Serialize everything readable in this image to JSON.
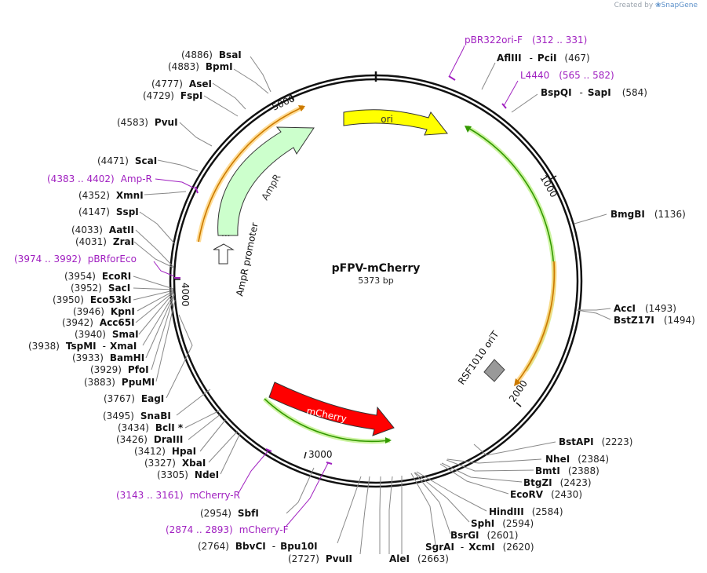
{
  "credit": {
    "prefix": "Created by",
    "logo": "❀",
    "brand": "SnapGene"
  },
  "plasmid": {
    "name": "pFPV-mCherry",
    "size": "5373 bp"
  },
  "ticks": [
    "1000",
    "2000",
    "3000",
    "4000",
    "5000"
  ],
  "features": {
    "ori": "ori",
    "ampr": "AmpR",
    "ampr_promoter": "AmpR promoter",
    "mcherry": "mCherry",
    "orit": "RSF1010 oriT"
  },
  "colors": {
    "ori": "#ffff00",
    "ampr": "#ccffcc",
    "mcherry": "#ff0000",
    "orit": "#999999",
    "primer": "#a020c0",
    "orf_green": "#339900",
    "orf_orange": "#cc7a00"
  },
  "right_sites": [
    {
      "name": "AflIII",
      "name2": "PciI",
      "pos": "(467)"
    },
    {
      "name": "BspQI",
      "name2": "SapI",
      "pos": "(584)"
    },
    {
      "name": "BmgBI",
      "pos": "(1136)"
    },
    {
      "name": "AccI",
      "pos": "(1493)"
    },
    {
      "name": "BstZ17I",
      "pos": "(1494)"
    },
    {
      "name": "BstAPI",
      "pos": "(2223)"
    },
    {
      "name": "NheI",
      "pos": "(2384)"
    },
    {
      "name": "BmtI",
      "pos": "(2388)"
    },
    {
      "name": "BtgZI",
      "pos": "(2423)"
    },
    {
      "name": "EcoRV",
      "pos": "(2430)"
    },
    {
      "name": "HindIII",
      "pos": "(2584)"
    },
    {
      "name": "SphI",
      "pos": "(2594)"
    },
    {
      "name": "BsrGI",
      "pos": "(2601)"
    },
    {
      "name": "SgrAI",
      "name2": "XcmI",
      "pos": "(2620)"
    }
  ],
  "right_primers": [
    {
      "name": "pBR322ori-F",
      "range": "(312 .. 331)"
    },
    {
      "name": "L4440",
      "range": "(565 .. 582)"
    }
  ],
  "bottom_sites": [
    {
      "name": "AleI",
      "pos": "(2663)"
    },
    {
      "name": "PvuII",
      "pos": "(2727)"
    },
    {
      "name": "BbvCI",
      "name2": "Bpu10I",
      "pos": "(2764)"
    },
    {
      "name": "SbfI",
      "pos": "(2954)"
    }
  ],
  "left_sites": [
    {
      "name": "BsaI",
      "pos": "(4886)"
    },
    {
      "name": "BpmI",
      "pos": "(4883)"
    },
    {
      "name": "AseI",
      "pos": "(4777)"
    },
    {
      "name": "FspI",
      "pos": "(4729)"
    },
    {
      "name": "PvuI",
      "pos": "(4583)"
    },
    {
      "name": "ScaI",
      "pos": "(4471)"
    },
    {
      "name": "XmnI",
      "pos": "(4352)"
    },
    {
      "name": "SspI",
      "pos": "(4147)"
    },
    {
      "name": "AatII",
      "pos": "(4033)"
    },
    {
      "name": "ZraI",
      "pos": "(4031)"
    },
    {
      "name": "EcoRI",
      "pos": "(3954)"
    },
    {
      "name": "SacI",
      "pos": "(3952)"
    },
    {
      "name": "Eco53kI",
      "pos": "(3950)"
    },
    {
      "name": "KpnI",
      "pos": "(3946)"
    },
    {
      "name": "Acc65I",
      "pos": "(3942)"
    },
    {
      "name": "SmaI",
      "pos": "(3940)"
    },
    {
      "name": "TspMI",
      "name2": "XmaI",
      "pos": "(3938)"
    },
    {
      "name": "BamHI",
      "pos": "(3933)"
    },
    {
      "name": "PfoI",
      "pos": "(3929)"
    },
    {
      "name": "PpuMI",
      "pos": "(3883)"
    },
    {
      "name": "EagI",
      "pos": "(3767)"
    },
    {
      "name": "SnaBI",
      "pos": "(3495)"
    },
    {
      "name": "BclI *",
      "pos": "(3434)"
    },
    {
      "name": "DraIII",
      "pos": "(3426)"
    },
    {
      "name": "HpaI",
      "pos": "(3412)"
    },
    {
      "name": "XbaI",
      "pos": "(3327)"
    },
    {
      "name": "NdeI",
      "pos": "(3305)"
    }
  ],
  "left_primers": [
    {
      "name": "Amp-R",
      "range": "(4383 .. 4402)"
    },
    {
      "name": "pBRforEco",
      "range": "(3974 .. 3992)"
    },
    {
      "name": "mCherry-R",
      "range": "(3143 .. 3161)"
    },
    {
      "name": "mCherry-F",
      "range": "(2874 .. 2893)"
    }
  ]
}
